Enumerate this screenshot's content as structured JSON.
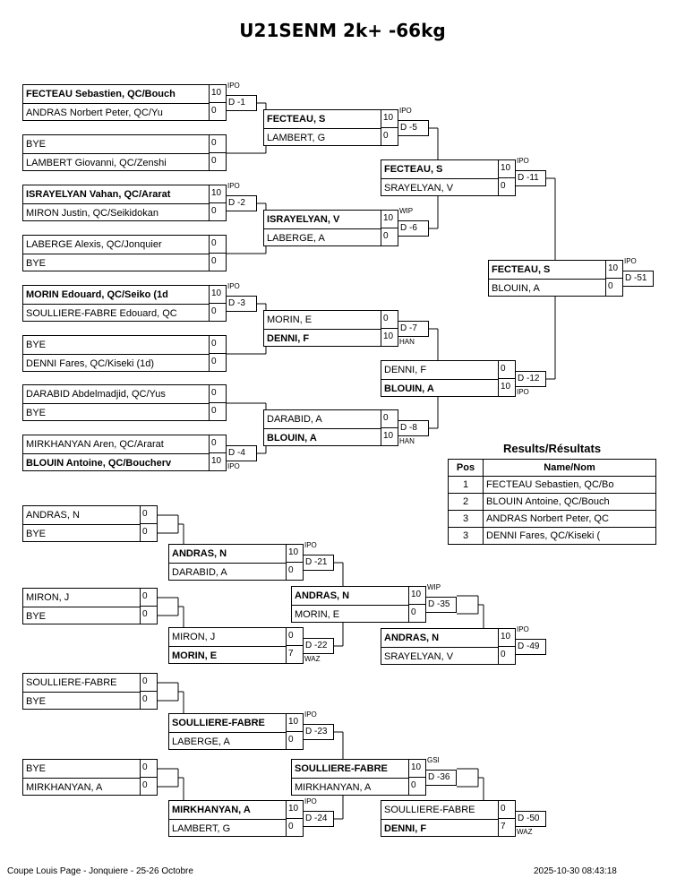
{
  "title": "U21SENM 2k+ -66kg",
  "results_title": "Results/Résultats",
  "results_headers": [
    "Pos",
    "Name/Nom"
  ],
  "results": [
    {
      "pos": "1",
      "name": "FECTEAU Sebastien, QC/Bo"
    },
    {
      "pos": "2",
      "name": "BLOUIN Antoine, QC/Bouch"
    },
    {
      "pos": "3",
      "name": "ANDRAS Norbert Peter, QC"
    },
    {
      "pos": "3",
      "name": "DENNI Fares, QC/Kiseki ("
    }
  ],
  "footer_left": "Coupe Louis Page - Jonquiere - 25-26 Octobre",
  "footer_right": "2025-10-30 08:43:18",
  "matches": [
    {
      "id": "D -1",
      "code": "IPO",
      "a": "FECTEAU Sebastien, QC/Bouch",
      "sa": "10",
      "b": "ANDRAS Norbert Peter, QC/Yu",
      "sb": "0",
      "win": "a"
    },
    {
      "id": "",
      "code": "",
      "a": "BYE",
      "sa": "0",
      "b": "LAMBERT Giovanni, QC/Zenshi",
      "sb": "0",
      "win": ""
    },
    {
      "id": "D -2",
      "code": "IPO",
      "a": "ISRAYELYAN Vahan, QC/Ararat",
      "sa": "10",
      "b": "MIRON Justin, QC/Seikidokan",
      "sb": "0",
      "win": "a"
    },
    {
      "id": "",
      "code": "",
      "a": "LABERGE Alexis, QC/Jonquier",
      "sa": "0",
      "b": "BYE",
      "sb": "0",
      "win": ""
    },
    {
      "id": "D -3",
      "code": "IPO",
      "a": "MORIN Edouard, QC/Seiko (1d",
      "sa": "10",
      "b": "SOULLIERE-FABRE Edouard, QC",
      "sb": "0",
      "win": "a"
    },
    {
      "id": "",
      "code": "",
      "a": "BYE",
      "sa": "0",
      "b": "DENNI Fares, QC/Kiseki (1d)",
      "sb": "0",
      "win": ""
    },
    {
      "id": "",
      "code": "",
      "a": "DARABID Abdelmadjid, QC/Yus",
      "sa": "0",
      "b": "BYE",
      "sb": "0",
      "win": ""
    },
    {
      "id": "D -4",
      "code": "IPO",
      "a": "MIRKHANYAN Aren, QC/Ararat",
      "sa": "0",
      "b": "BLOUIN Antoine, QC/Boucherv",
      "sb": "10",
      "win": "b"
    },
    {
      "id": "D -5",
      "code": "IPO",
      "a": "FECTEAU, S",
      "sa": "10",
      "b": "LAMBERT, G",
      "sb": "0",
      "win": "a"
    },
    {
      "id": "D -6",
      "code": "WIP",
      "a": "ISRAYELYAN, V",
      "sa": "10",
      "b": "LABERGE, A",
      "sb": "0",
      "win": "a"
    },
    {
      "id": "D -7",
      "code": "HAN",
      "a": "MORIN, E",
      "sa": "0",
      "b": "DENNI, F",
      "sb": "10",
      "win": "b"
    },
    {
      "id": "D -8",
      "code": "HAN",
      "a": "DARABID, A",
      "sa": "0",
      "b": "BLOUIN, A",
      "sb": "10",
      "win": "b"
    },
    {
      "id": "D -11",
      "code": "IPO",
      "a": "FECTEAU, S",
      "sa": "10",
      "b": "SRAYELYAN, V",
      "sb": "0",
      "win": "a"
    },
    {
      "id": "D -12",
      "code": "IPO",
      "a": "DENNI, F",
      "sa": "0",
      "b": "BLOUIN, A",
      "sb": "10",
      "win": "b"
    },
    {
      "id": "D -51",
      "code": "IPO",
      "a": "FECTEAU, S",
      "sa": "10",
      "b": "BLOUIN, A",
      "sb": "0",
      "win": "a"
    },
    {
      "id": "",
      "code": "",
      "a": "ANDRAS, N",
      "sa": "0",
      "b": "BYE",
      "sb": "0",
      "win": ""
    },
    {
      "id": "",
      "code": "",
      "a": "MIRON, J",
      "sa": "0",
      "b": "BYE",
      "sb": "0",
      "win": ""
    },
    {
      "id": "",
      "code": "",
      "a": "SOULLIERE-FABRE",
      "sa": "0",
      "b": "BYE",
      "sb": "0",
      "win": ""
    },
    {
      "id": "",
      "code": "",
      "a": "BYE",
      "sa": "0",
      "b": "MIRKHANYAN, A",
      "sb": "0",
      "win": ""
    },
    {
      "id": "D -21",
      "code": "IPO",
      "a": "ANDRAS, N",
      "sa": "10",
      "b": "DARABID, A",
      "sb": "0",
      "win": "a"
    },
    {
      "id": "D -22",
      "code": "WAZ",
      "a": "MIRON, J",
      "sa": "0",
      "b": "MORIN, E",
      "sb": "7",
      "win": "b"
    },
    {
      "id": "D -23",
      "code": "IPO",
      "a": "SOULLIERE-FABRE",
      "sa": "10",
      "b": "LABERGE, A",
      "sb": "0",
      "win": "a"
    },
    {
      "id": "D -24",
      "code": "IPO",
      "a": "MIRKHANYAN, A",
      "sa": "10",
      "b": "LAMBERT, G",
      "sb": "0",
      "win": "a"
    },
    {
      "id": "D -35",
      "code": "WIP",
      "a": "ANDRAS, N",
      "sa": "10",
      "b": "MORIN, E",
      "sb": "0",
      "win": "a"
    },
    {
      "id": "D -36",
      "code": "GSI",
      "a": "SOULLIERE-FABRE",
      "sa": "10",
      "b": "MIRKHANYAN, A",
      "sb": "0",
      "win": "a"
    },
    {
      "id": "D -49",
      "code": "IPO",
      "a": "ANDRAS, N",
      "sa": "10",
      "b": "SRAYELYAN, V",
      "sb": "0",
      "win": "a"
    },
    {
      "id": "D -50",
      "code": "WAZ",
      "a": "SOULLIERE-FABRE",
      "sa": "0",
      "b": "DENNI, F",
      "sb": "7",
      "win": "b"
    }
  ]
}
